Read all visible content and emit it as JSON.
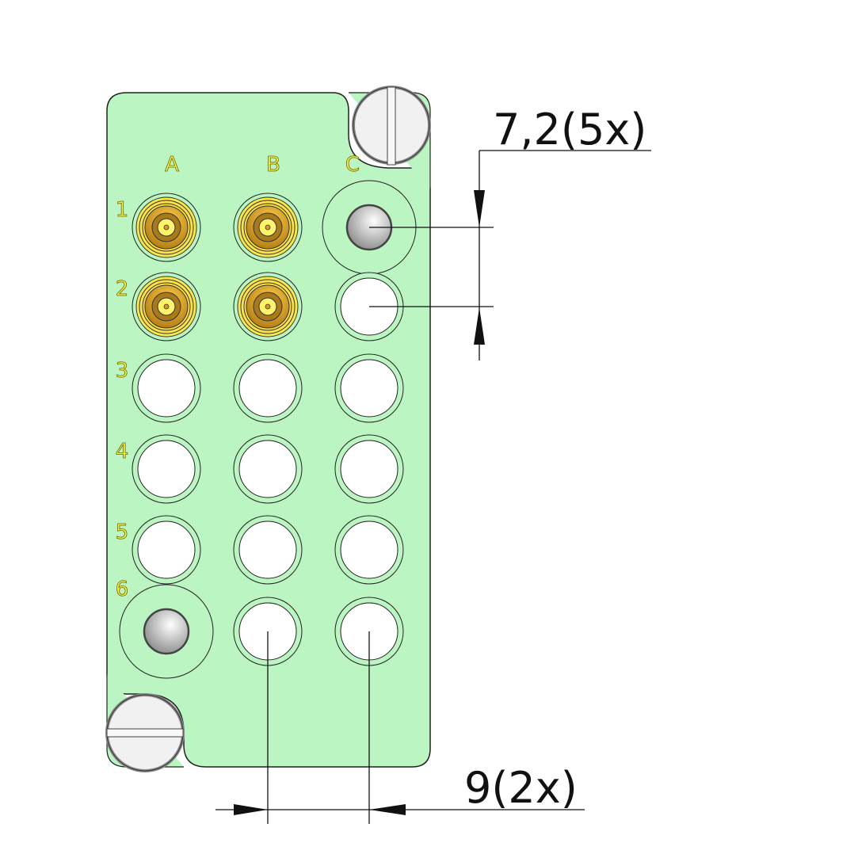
{
  "title": "Connector panel drawing",
  "columns": [
    "A",
    "B",
    "C"
  ],
  "rows": [
    "1",
    "2",
    "3",
    "4",
    "5",
    "6"
  ],
  "dimensions": {
    "vertical_pitch": "7,2(5x)",
    "horizontal_pitch": "9(2x)"
  },
  "cells": [
    [
      "coax",
      "coax",
      "guide-pin"
    ],
    [
      "coax",
      "coax",
      "empty"
    ],
    [
      "empty",
      "empty",
      "empty"
    ],
    [
      "empty",
      "empty",
      "empty"
    ],
    [
      "empty",
      "empty",
      "empty"
    ],
    [
      "guide-pin",
      "empty",
      "empty"
    ]
  ],
  "colors": {
    "panel": "#bbf5c2",
    "label": "#f6f04a",
    "coax_gold": "#d89a1c",
    "hole": "#ffffff"
  }
}
